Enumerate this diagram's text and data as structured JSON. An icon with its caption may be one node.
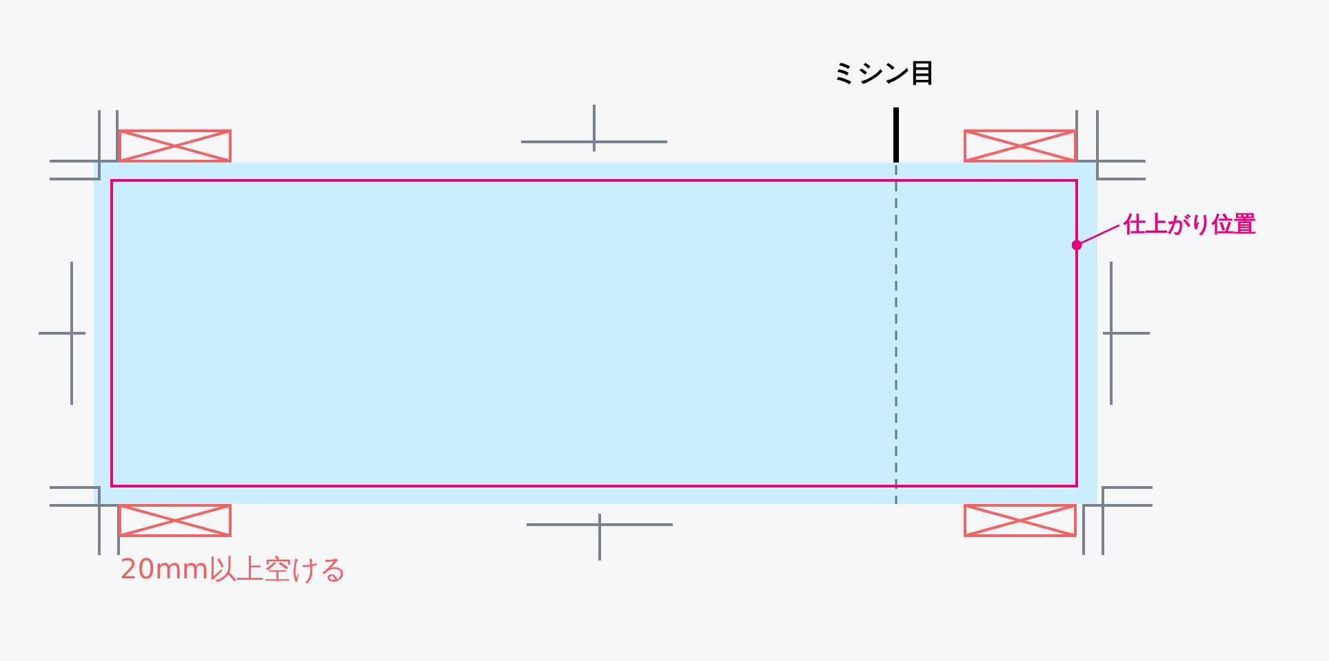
{
  "diagram": {
    "nodes": [
      {
        "text": [
          "仕上がり位置"
        ]
      },
      {
        "text": [],
        "shape": "box"
      }
    ],
    "edges": [
      {
        "from": 0,
        "to": 1,
        "arrow": "other",
        "color": "#e4007f"
      }
    ],
    "labels": [
      "ミシン目",
      "20mm以上空ける"
    ]
  }
}
